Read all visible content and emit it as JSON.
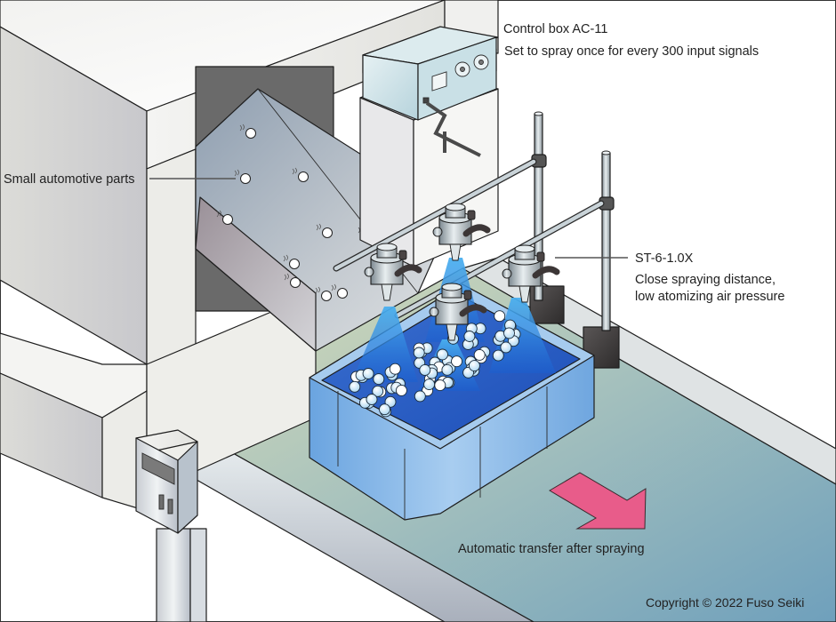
{
  "title": "Spray system for small automotive parts on conveyor",
  "labels": {
    "control_box_name": "Control box AC-11",
    "control_box_setting": "Set to spray once for every 300 input signals",
    "parts": "Small automotive parts",
    "nozzle_model": "ST-6-1.0X",
    "nozzle_note_1": "Close spraying distance,",
    "nozzle_note_2": "low atomizing air pressure",
    "transfer": "Automatic transfer after spraying",
    "copyright": "Copyright © 2022 Fuso Seiki"
  },
  "components": {
    "nozzle_count": 4,
    "stand_count": 2,
    "control_box_dials": 2
  },
  "colors": {
    "spray": "#2f6fd6",
    "tray": "#7fb2e6",
    "arrow": "#e85c8a",
    "conveyor_start": "#d6dcb8",
    "conveyor_end": "#7aa8c0",
    "machine": "#e6e6e2",
    "chute": "#b4bcc6",
    "control_box": "#cfe4ea"
  }
}
